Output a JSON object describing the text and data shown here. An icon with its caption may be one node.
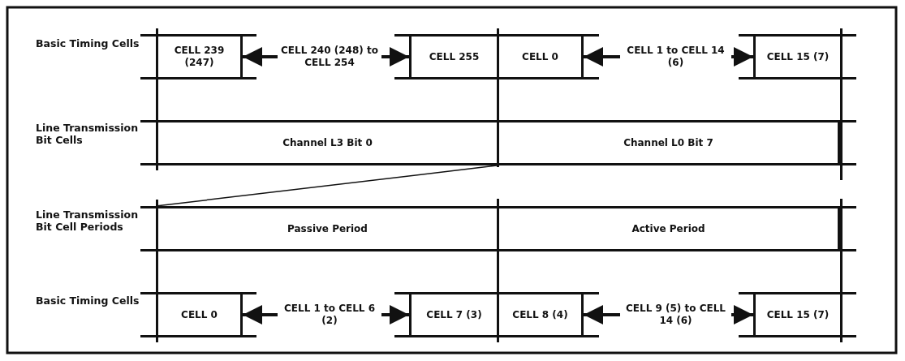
{
  "diagram": {
    "nodes": [
      {
        "text": [
          "CELL 239 (247)"
        ]
      },
      {
        "text": [
          "CELL 240 (248) to CELL 254"
        ]
      },
      {
        "text": [
          "CELL 255"
        ]
      },
      {
        "text": [
          "CELL 0"
        ]
      },
      {
        "text": [
          "CELL 1 to CELL 14 (6)"
        ]
      },
      {
        "text": [
          "CELL 15 (7)"
        ]
      },
      {
        "text": [
          "Channel L3 Bit 0"
        ]
      },
      {
        "text": [
          "Channel L0 Bit 7"
        ]
      },
      {
        "text": [
          "Passive Period"
        ]
      },
      {
        "text": [
          "Active Period"
        ]
      },
      {
        "text": [
          "CELL 0"
        ]
      },
      {
        "text": [
          "CELL 1 to CELL 6 (2)"
        ]
      },
      {
        "text": [
          "CELL 7 (3)"
        ]
      },
      {
        "text": [
          "CELL 8 (4)"
        ]
      },
      {
        "text": [
          "CELL 9 (5) to CELL 14 (6)"
        ]
      },
      {
        "text": [
          "CELL 15 (7)"
        ]
      }
    ],
    "edges": [
      {
        "from": 1,
        "to": 0,
        "arrow": "to"
      },
      {
        "from": 1,
        "to": 2,
        "arrow": "to"
      },
      {
        "from": 4,
        "to": 3,
        "arrow": "to"
      },
      {
        "from": 4,
        "to": 5,
        "arrow": "to"
      },
      {
        "from": 6,
        "to": 8,
        "arrow": "none"
      },
      {
        "from": 11,
        "to": 10,
        "arrow": "to"
      },
      {
        "from": 11,
        "to": 12,
        "arrow": "to"
      },
      {
        "from": 14,
        "to": 13,
        "arrow": "to"
      },
      {
        "from": 14,
        "to": 15,
        "arrow": "to"
      }
    ],
    "labels": [
      "Basic Timing Cells",
      "Line Transmission Bit Cells",
      "Line Transmission Bit Cell Periods",
      "Basic Timing Cells"
    ]
  }
}
